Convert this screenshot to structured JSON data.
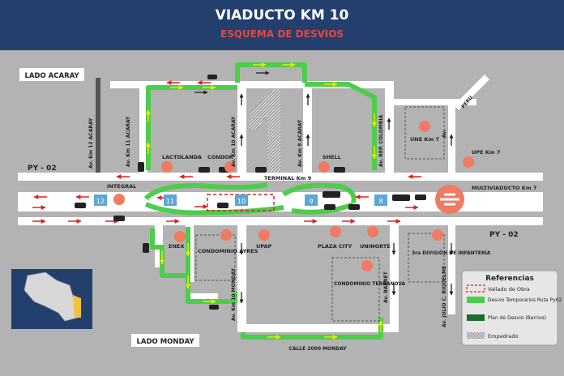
{
  "header": {
    "title": "VIADUCTO KM 10",
    "subtitle": "ESQUEMA DE DESVIOS"
  },
  "colors": {
    "header_bg": "#233f6e",
    "subtitle": "#e8463c",
    "road": "#ffffff",
    "map_bg": "#b3b3b3",
    "detour_route": "#4ccd4c",
    "detour_plan": "#1d6b32",
    "arrow_red": "#e02020",
    "poi": "#f17a62",
    "node": "#5aa7d9"
  },
  "sides": {
    "acaray": "LADO ACARAY",
    "monday": "LADO MONDAY"
  },
  "highways": {
    "py02_left": "PY - 02",
    "py02_right": "PY - 02",
    "terminal": "TERMINAL Km 9",
    "multiviaducto": "MULTIVIADUCTO Km 7"
  },
  "streets": {
    "km12": "Av. Km 12 ACARAY",
    "km11": "Av. Km 11 ACARAY",
    "km10_acaray": "Av. Km 10 ACARAY",
    "km9": "Av. Km 9 ACARAY",
    "colombia": "Av. REP. COLOMBIA",
    "av": "Av.",
    "peru": "PERU",
    "km10_monday": "Av. Km 10 MONDAY",
    "barret": "Av. BARRET",
    "riquelme": "Av. JULIO C. RIQUELME",
    "calle2000": "CALLE 2000 MONDAY"
  },
  "places": {
    "lactolanda": "LACTOLANDA",
    "condor": "CONDOR",
    "shell": "SHELL",
    "integral": "INTEGRAL",
    "une": "UNE Km 7",
    "upe": "UPE Km 7",
    "enex": "ENEX",
    "condominio_ayres": "CONDOMINIO AYRES",
    "upap": "UPAP",
    "plaza_city": "PLAZA CITY",
    "uninorte": "UNINORTE",
    "infanteria": "3ra DIVISIÓN DE INFANTERÍA",
    "condominio_terranova": "CONDOMINIO TERRANOVA"
  },
  "nodes": [
    "12",
    "11",
    "10",
    "9",
    "8"
  ],
  "legend": {
    "title": "Referencias",
    "items": [
      {
        "label": "Vallado de Obra",
        "icon": "dashed-box"
      },
      {
        "label": "Desvio Temporarios Ruta Py02",
        "icon": "green-swatch"
      },
      {
        "label": "Plan de Desvio (Barrios)",
        "icon": "dark-green-swatch"
      },
      {
        "label": "Empedrado",
        "icon": "cobble-swatch"
      }
    ]
  }
}
